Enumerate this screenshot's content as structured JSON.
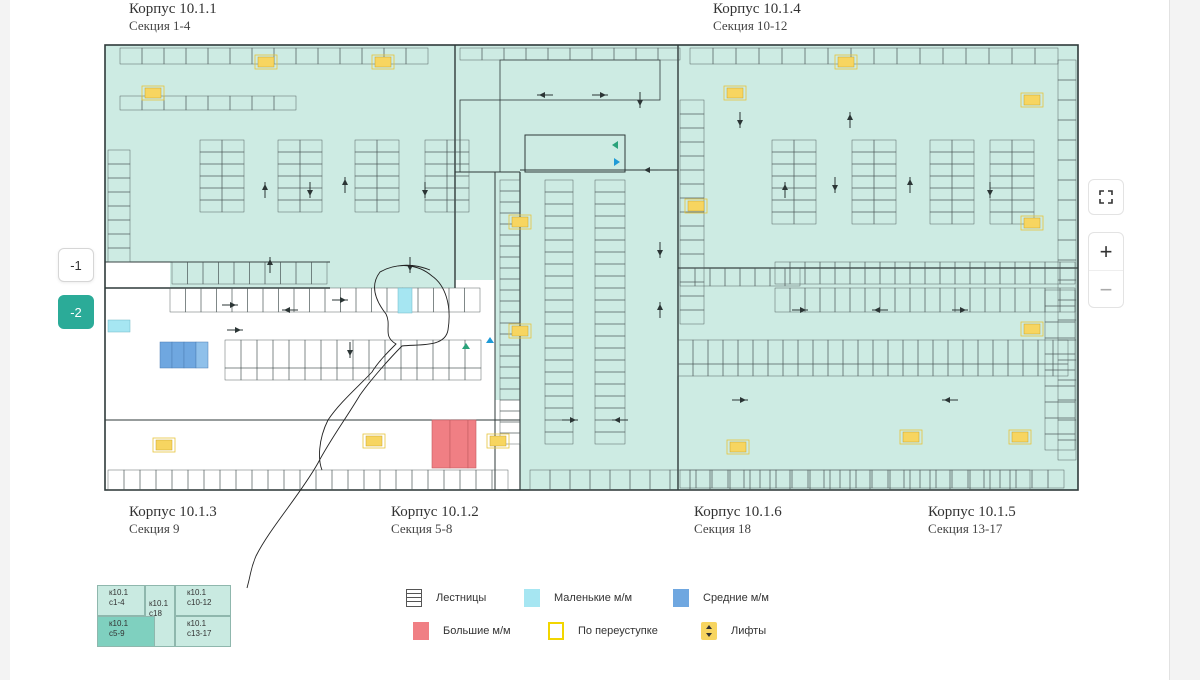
{
  "buildings": [
    {
      "title": "Корпус 10.1.1",
      "section": "Секция 1-4"
    },
    {
      "title": "Корпус 10.1.4",
      "section": "Секция 10-12"
    },
    {
      "title": "Корпус 10.1.3",
      "section": "Секция 9"
    },
    {
      "title": "Корпус 10.1.2",
      "section": "Секция 5-8"
    },
    {
      "title": "Корпус 10.1.6",
      "section": "Секция 18"
    },
    {
      "title": "Корпус 10.1.5",
      "section": "Секция 13-17"
    }
  ],
  "floors": [
    {
      "label": "-1",
      "active": false
    },
    {
      "label": "-2",
      "active": true
    }
  ],
  "controls": {
    "fullscreen_icon": "expand-icon",
    "zoom_in": "+",
    "zoom_out": "−"
  },
  "legend": [
    {
      "label": "Лестницы",
      "kind": "stairs"
    },
    {
      "label": "Маленькие м/м",
      "kind": "small",
      "color": "#a6e6f2"
    },
    {
      "label": "Средние м/м",
      "kind": "medium",
      "color": "#6fa7e0"
    },
    {
      "label": "Большие м/м",
      "kind": "large",
      "color": "#f07f84"
    },
    {
      "label": "По переуступке",
      "kind": "resale",
      "color": "#f2d600"
    },
    {
      "label": "Лифты",
      "kind": "lifts",
      "color": "#f7d560"
    }
  ],
  "minimap": [
    {
      "l1": "к10.1",
      "l2": "с1-4"
    },
    {
      "l1": "к10.1",
      "l2": "с18"
    },
    {
      "l1": "к10.1",
      "l2": "с10-12"
    },
    {
      "l1": "к10.1",
      "l2": "с5-9"
    },
    {
      "l1": "к10.1",
      "l2": "с13-17"
    }
  ],
  "colors": {
    "plan_fill": "#cdebe3",
    "plan_line": "#2f3a3a",
    "accent": "#2bab98",
    "large": "#f07f84",
    "small": "#a6e6f2",
    "medium": "#6fa7e0",
    "lift": "#f7d560"
  }
}
